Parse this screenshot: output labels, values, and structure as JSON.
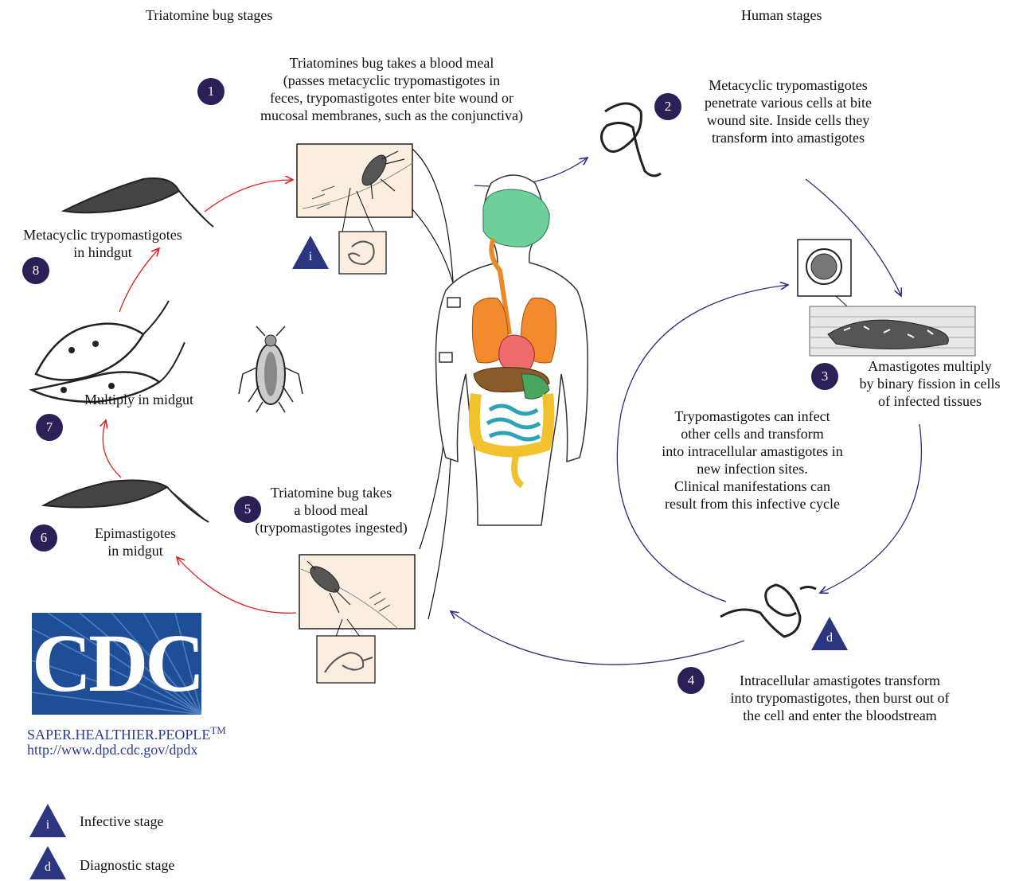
{
  "headers": {
    "left": "Triatomine bug stages",
    "right": "Human stages"
  },
  "steps": [
    {
      "number": "1",
      "lines": [
        "Triatomines bug takes a blood meal",
        "(passes metacyclic trypomastigotes in",
        "feces, trypomastigotes enter bite wound or",
        "mucosal membranes, such as the conjunctiva)"
      ]
    },
    {
      "number": "2",
      "lines": [
        "Metacyclic trypomastigotes",
        "penetrate various cells at bite",
        "wound site. Inside cells they",
        "transform into amastigotes"
      ]
    },
    {
      "number": "3",
      "lines": [
        "Amastigotes multiply",
        "by binary fission in cells",
        "of infected tissues"
      ]
    },
    {
      "number": "4",
      "lines": [
        "Intracellular amastigotes transform",
        "into trypomastigotes, then burst out of",
        "the cell and enter the bloodstream"
      ]
    },
    {
      "number": "5",
      "lines": [
        "Triatomine bug takes",
        "a blood meal",
        "(trypomastigotes ingested)"
      ]
    },
    {
      "number": "6",
      "lines": [
        "Epimastigotes",
        "in midgut"
      ]
    },
    {
      "number": "7",
      "lines": [
        "Multiply in midgut"
      ]
    },
    {
      "number": "8",
      "lines": [
        "Metacyclic trypomastigotes",
        "in hindgut"
      ]
    }
  ],
  "center_note": [
    "Trypomastigotes can infect",
    "other cells and transform",
    "into intracellular amastigotes in",
    "new infection sites.",
    "Clinical manifestations can",
    "result from this infective cycle"
  ],
  "markers": {
    "infective": "i",
    "diagnostic": "d"
  },
  "legend": [
    {
      "symbol": "i",
      "label": "Infective stage"
    },
    {
      "symbol": "d",
      "label": "Diagnostic stage"
    }
  ],
  "credit": {
    "logo": "CDC",
    "slogan": "SAPER.HEALTHIER.PEOPLE",
    "slogan_mark": "TM",
    "url": "http://www.dpd.cdc.gov/dpdx"
  },
  "colors": {
    "step_circle": "#2b1f55",
    "human_arrows": "#2b2f7a",
    "bug_arrows": "#e02020",
    "logo_background": "#1f4e97"
  }
}
